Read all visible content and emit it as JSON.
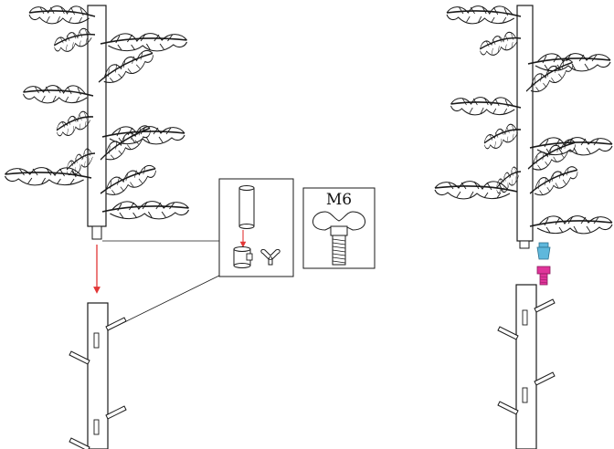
{
  "m6_box": {
    "label": "M6"
  },
  "colors": {
    "line": "#1a1a1a",
    "arrow": "#e23636",
    "connector_cyan": "#5fb8dc",
    "connector_magenta": "#e0349a",
    "background": "#ffffff"
  },
  "icons": {
    "left_top_section": "pine-branch-section",
    "left_bottom_section": "pole-section-with-stubs",
    "detail_hardware": "tube-and-collar-with-wing-nut",
    "detail_m6": "wing-bolt",
    "right_assembly": "joined-tree-sections"
  }
}
